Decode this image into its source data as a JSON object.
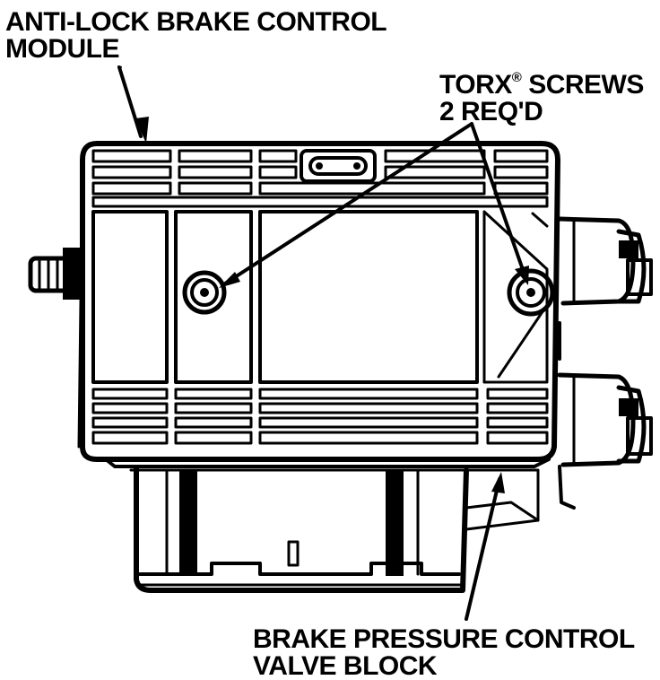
{
  "labels": {
    "module": {
      "line1": "ANTI-LOCK BRAKE CONTROL",
      "line2": "MODULE"
    },
    "screws": {
      "line1": "TORX",
      "mark": "®",
      "line1_rest": " SCREWS",
      "line2": "2 REQ'D"
    },
    "valve_block": {
      "line1": "BRAKE PRESSURE CONTROL",
      "line2": "VALVE BLOCK"
    }
  },
  "colors": {
    "ink": "#000000",
    "paper": "#ffffff"
  }
}
